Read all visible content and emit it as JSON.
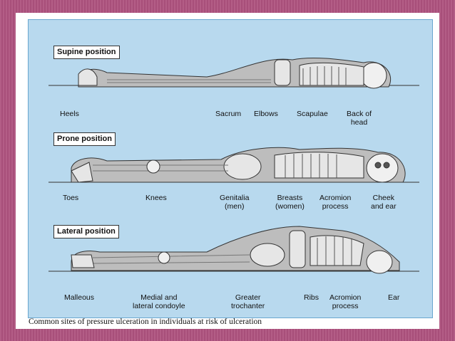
{
  "panels": [
    {
      "title": "Supine position",
      "sites": [
        "Heels",
        "Sacrum",
        "Elbows",
        "Scapulae",
        "Back of\nhead"
      ]
    },
    {
      "title": "Prone position",
      "sites": [
        "Toes",
        "Knees",
        "Genitalia\n(men)",
        "Breasts\n(women)",
        "Acromion\nprocess",
        "Cheek\nand ear"
      ]
    },
    {
      "title": "Lateral position",
      "sites": [
        "Malleous",
        "Medial and\nlateral condoyle",
        "Greater\ntrochanter",
        "Ribs",
        "Acromion\nprocess",
        "Ear"
      ]
    }
  ],
  "caption": "Common sites of pressure ulceration in individuals at risk of ulceration"
}
